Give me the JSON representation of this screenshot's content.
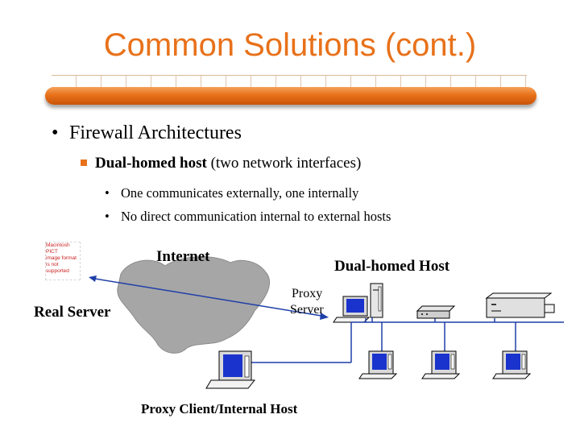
{
  "title": "Common Solutions (cont.)",
  "bullets": {
    "level1": "Firewall Architectures",
    "level2_bold": "Dual-homed host",
    "level2_rest": " (two network interfaces)",
    "level3": [
      "One communicates externally, one internally",
      "No direct communication internal to external hosts"
    ]
  },
  "diagram": {
    "internet_label": "Internet",
    "dual_homed_label": "Dual-homed Host",
    "proxy_server_line1": "Proxy",
    "proxy_server_line2": "Server",
    "real_server_label": "Real Server",
    "proxy_client_label": "Proxy Client/Internal Host",
    "placeholder_image_text": [
      "Macintosh PICT",
      "image format",
      "is not supported"
    ]
  },
  "colors": {
    "accent": "#e8711a",
    "cloud": "#a6a6a6",
    "link": "#1f3fa8",
    "screen": "#1a33cc"
  }
}
